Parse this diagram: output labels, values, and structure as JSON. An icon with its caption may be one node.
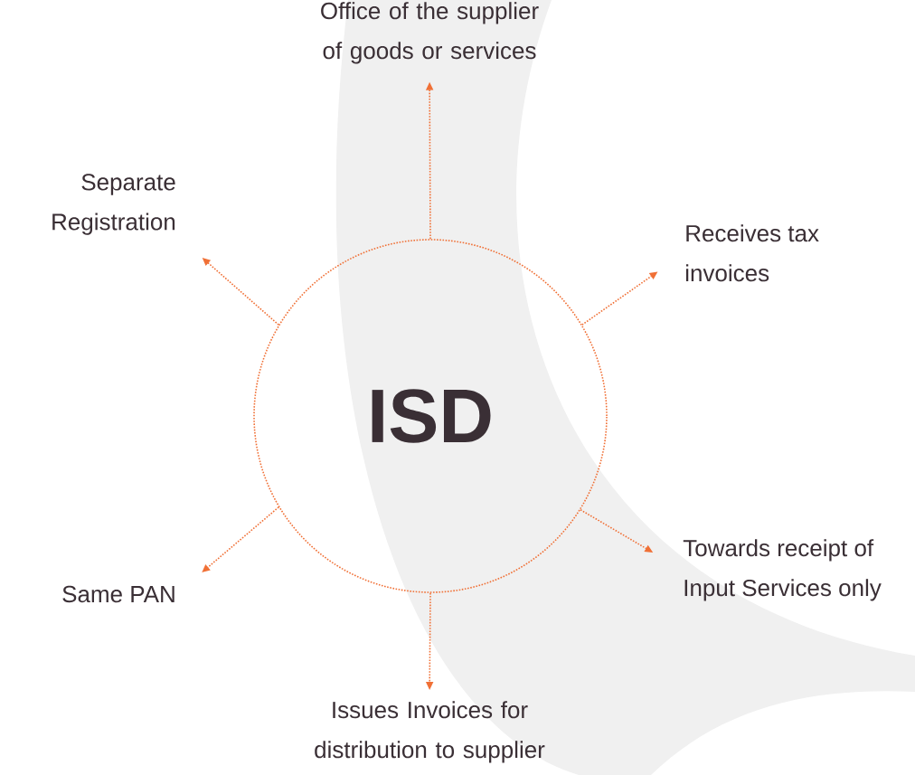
{
  "diagram": {
    "nodes": [
      {
        "text": [
          "ISD"
        ]
      },
      {
        "text": [
          "Office of the supplier of goods or services"
        ]
      },
      {
        "text": [
          "Receives tax invoices"
        ]
      },
      {
        "text": [
          "Towards receipt of Input Services only"
        ]
      },
      {
        "text": [
          "Issues Invoices for distribution to supplier"
        ]
      },
      {
        "text": [
          "Same PAN"
        ]
      },
      {
        "text": [
          "Separate Registration"
        ]
      }
    ],
    "edges": [
      {
        "from": 0,
        "to": 1,
        "arrow": "to"
      },
      {
        "from": 0,
        "to": 2,
        "arrow": "to"
      },
      {
        "from": 0,
        "to": 3,
        "arrow": "to"
      },
      {
        "from": 0,
        "to": 4,
        "arrow": "to"
      },
      {
        "from": 0,
        "to": 5,
        "arrow": "to"
      },
      {
        "from": 0,
        "to": 6,
        "arrow": "to"
      }
    ]
  }
}
